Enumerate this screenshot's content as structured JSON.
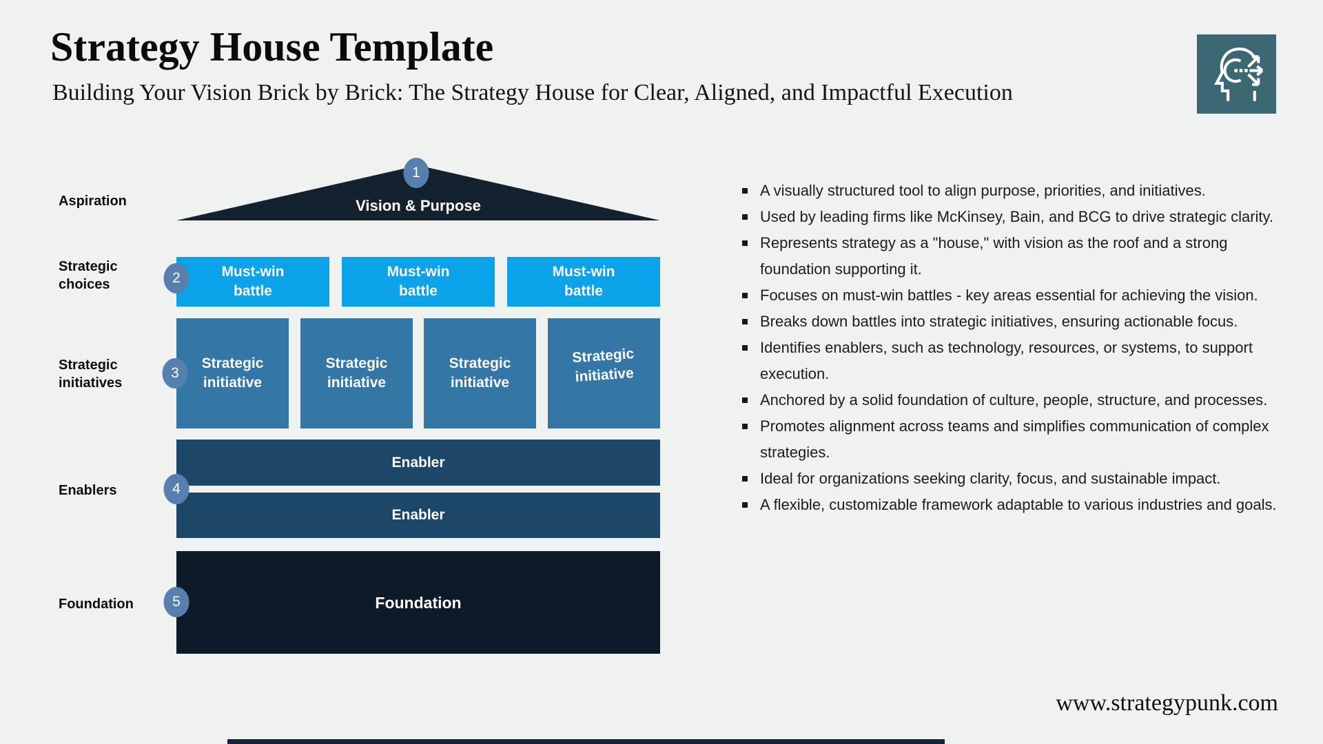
{
  "header": {
    "title": "Strategy House Template",
    "subtitle": "Building Your Vision Brick by Brick: The Strategy House for Clear, Aligned, and Impactful Execution"
  },
  "house": {
    "roof": {
      "number": "1",
      "label": "Aspiration",
      "text": "Vision & Purpose"
    },
    "battles": {
      "number": "2",
      "label": "Strategic choices",
      "items": [
        "Must-win battle",
        "Must-win battle",
        "Must-win battle"
      ]
    },
    "initiatives": {
      "number": "3",
      "label": "Strategic initiatives",
      "items": [
        "Strategic initiative",
        "Strategic initiative",
        "Strategic initiative",
        "Strategic initiative"
      ]
    },
    "enablers": {
      "number": "4",
      "label": "Enablers",
      "items": [
        "Enabler",
        "Enabler"
      ]
    },
    "foundation": {
      "number": "5",
      "label": "Foundation",
      "text": "Foundation"
    }
  },
  "bullets": [
    "A visually structured tool to align purpose, priorities, and initiatives.",
    "Used by leading firms like McKinsey, Bain, and BCG to drive strategic clarity.",
    "Represents strategy as a \"house,\" with vision as the roof and a strong foundation supporting it.",
    "Focuses on must-win battles - key areas essential for achieving the vision.",
    "Breaks down battles into strategic initiatives, ensuring actionable focus.",
    "Identifies enablers, such as technology, resources, or systems, to support execution.",
    "Anchored by a solid foundation of culture, people, structure, and processes.",
    "Promotes alignment across teams and simplifies communication of complex strategies.",
    "Ideal for organizations seeking clarity, focus, and sustainable impact.",
    "A flexible, customizable framework adaptable to various industries and goals."
  ],
  "footer": {
    "website": "www.strategypunk.com"
  },
  "icons": {
    "logo": "head-with-arrows-icon"
  },
  "colors": {
    "background": "#f0f1f1",
    "roof": "#14222f",
    "battle": "#0aa2e8",
    "initiative": "#3477a6",
    "enabler": "#1d4769",
    "foundation": "#0d1b29",
    "circle": "#577fae",
    "logo": "#3c6873",
    "bottom_bar": "#14273a"
  }
}
